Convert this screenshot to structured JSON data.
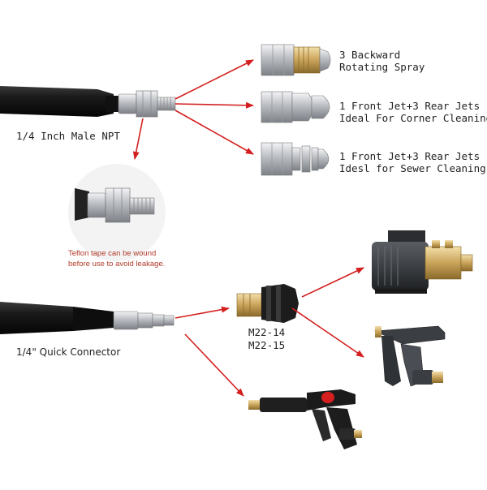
{
  "colors": {
    "arrow": "#d41f1f",
    "hose": "#1b1b1b",
    "steel": "#bfc2c6",
    "brass": "#c9a35a",
    "note": "#b23a2a"
  },
  "labels": {
    "nozzle1_line1": "3 Backward",
    "nozzle1_line2": "Rotating Spray",
    "nozzle2_line1": "1 Front Jet+3 Rear Jets",
    "nozzle2_line2": "Ideal For Corner Cleaning",
    "nozzle3_line1": "1 Front Jet+3 Rear Jets",
    "nozzle3_line2": "Idesl for Sewer Cleaning",
    "npt_label": "1/4 Inch Male NPT",
    "teflon_line1": "Teflon tape can be wound",
    "teflon_line2": "before use to avoid leakage.",
    "quick_label": "1/4\" Quick Connector",
    "m22_line1": "M22-14",
    "m22_line2": "M22-15"
  },
  "icons": {
    "hose_top": "black-hose-icon",
    "npt_fitting": "male-npt-fitting-icon",
    "nozzle_brass": "rotating-nozzle-icon",
    "nozzle_round": "corner-nozzle-icon",
    "nozzle_ribbed": "sewer-nozzle-icon",
    "npt_zoom": "npt-closeup-icon",
    "hose_bottom": "quick-connect-hose-icon",
    "m22_coupler": "m22-coupler-icon",
    "pump": "pressure-washer-pump-icon",
    "gun_gray": "spray-gun-icon",
    "gun_red": "red-spray-gun-icon"
  }
}
